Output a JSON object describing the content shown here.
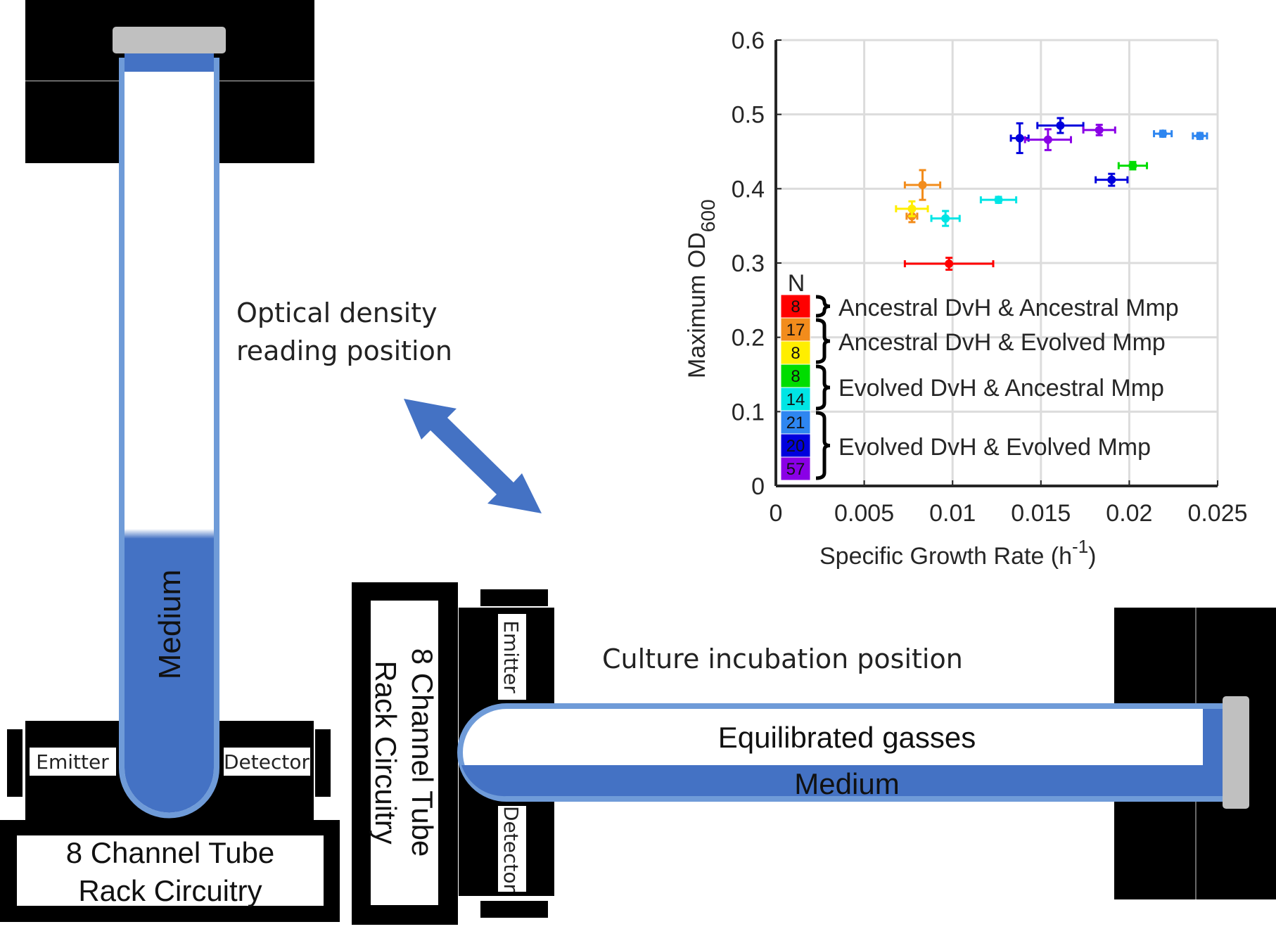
{
  "left_setup": {
    "tube_label": "Medium",
    "emitter": "Emitter",
    "detector": "Detector",
    "rack_line1": "8 Channel Tube",
    "rack_line2": "Rack Circuitry"
  },
  "reading_position": {
    "line1": "Optical density",
    "line2": "reading position"
  },
  "right_setup": {
    "rack_line1": "8 Channel Tube",
    "rack_line2": "Rack Circuitry",
    "emitter": "Emitter",
    "detector": "Detector",
    "incubation_label": "Culture incubation position",
    "gas_label": "Equilibrated gasses",
    "medium_label": "Medium"
  },
  "colors": {
    "tube_blue": "#4472C4",
    "tube_outline": "#6F9BD8",
    "cap_gray": "#C0C0C0",
    "arrow_blue": "#4472C4"
  },
  "chart_data": {
    "type": "scatter",
    "xlabel": "Specific Growth Rate (h",
    "xlabel_sup": "-1",
    "xlabel_end": ")",
    "ylabel": "Maximum OD",
    "ylabel_sub": "600",
    "xlim": [
      0,
      0.025
    ],
    "ylim": [
      0,
      0.6
    ],
    "xticks": [
      "0",
      "0.005",
      "0.01",
      "0.015",
      "0.02",
      "0.025"
    ],
    "yticks": [
      "0",
      "0.1",
      "0.2",
      "0.3",
      "0.4",
      "0.5",
      "0.6"
    ],
    "grid": true,
    "points": [
      {
        "x": 0.0098,
        "y": 0.299,
        "xerr": 0.0025,
        "yerr": 0.008,
        "color": "#FF0000"
      },
      {
        "x": 0.0083,
        "y": 0.405,
        "xerr": 0.001,
        "yerr": 0.02,
        "color": "#F28C1C"
      },
      {
        "x": 0.0077,
        "y": 0.363,
        "xerr": 0.0003,
        "yerr": 0.008,
        "color": "#F28C1C"
      },
      {
        "x": 0.0077,
        "y": 0.373,
        "xerr": 0.0009,
        "yerr": 0.01,
        "color": "#FFEE00"
      },
      {
        "x": 0.0096,
        "y": 0.36,
        "xerr": 0.0008,
        "yerr": 0.01,
        "color": "#00E5E5"
      },
      {
        "x": 0.0126,
        "y": 0.385,
        "xerr": 0.001,
        "yerr": 0.004,
        "color": "#00E5E5"
      },
      {
        "x": 0.0138,
        "y": 0.468,
        "xerr": 0.0005,
        "yerr": 0.02,
        "color": "#0000DD"
      },
      {
        "x": 0.0161,
        "y": 0.485,
        "xerr": 0.0013,
        "yerr": 0.01,
        "color": "#0000DD"
      },
      {
        "x": 0.0154,
        "y": 0.466,
        "xerr": 0.0013,
        "yerr": 0.014,
        "color": "#8A00E6"
      },
      {
        "x": 0.0183,
        "y": 0.479,
        "xerr": 0.0009,
        "yerr": 0.007,
        "color": "#8A00E6"
      },
      {
        "x": 0.019,
        "y": 0.412,
        "xerr": 0.0009,
        "yerr": 0.008,
        "color": "#0000DD"
      },
      {
        "x": 0.0202,
        "y": 0.431,
        "xerr": 0.0008,
        "yerr": 0.005,
        "color": "#00DD00"
      },
      {
        "x": 0.0219,
        "y": 0.474,
        "xerr": 0.0005,
        "yerr": 0.004,
        "color": "#2E86F0"
      },
      {
        "x": 0.024,
        "y": 0.471,
        "xerr": 0.0004,
        "yerr": 0.004,
        "color": "#2E86F0"
      }
    ],
    "legend": {
      "header": "N",
      "cells": [
        {
          "n": "8",
          "color": "#FF0000"
        },
        {
          "n": "17",
          "color": "#F28C1C"
        },
        {
          "n": "8",
          "color": "#FFEE00"
        },
        {
          "n": "8",
          "color": "#00DD00"
        },
        {
          "n": "14",
          "color": "#00E5E5"
        },
        {
          "n": "21",
          "color": "#2E86F0"
        },
        {
          "n": "20",
          "color": "#0000DD"
        },
        {
          "n": "57",
          "color": "#8A00E6"
        }
      ],
      "groups": [
        "Ancestral DvH & Ancestral Mmp",
        "Ancestral DvH & Evolved Mmp",
        "Evolved DvH & Ancestral Mmp",
        "Evolved DvH & Evolved Mmp"
      ]
    }
  }
}
